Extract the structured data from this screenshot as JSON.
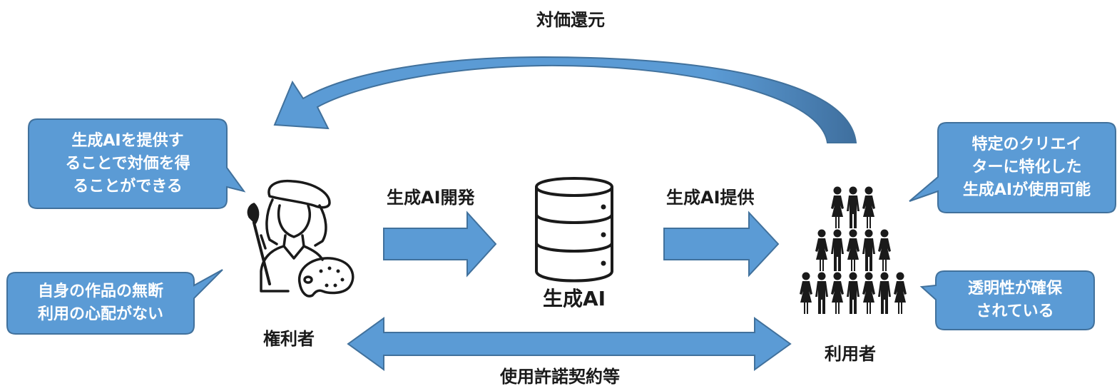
{
  "labels": {
    "feedback": "対価還元",
    "develop": "生成AI開発",
    "provide": "生成AI提供",
    "ai": "生成AI",
    "rights_holder": "権利者",
    "users": "利用者",
    "license": "使用許諾契約等"
  },
  "callouts": {
    "rights_benefit": [
      "生成AIを提供す",
      "ることで対価を得",
      "ることができる"
    ],
    "rights_safe": [
      "自身の作品の無断",
      "利用の心配がない"
    ],
    "user_special": [
      "特定のクリエイ",
      "ターに特化した",
      "生成AIが使用可能"
    ],
    "user_transparency": [
      "透明性が確保",
      "されている"
    ]
  },
  "icons": {
    "artist": "artist-with-palette-icon",
    "database": "database-icon",
    "people": "crowd-of-people-icon"
  },
  "colors": {
    "arrow_fill": "#5b9bd5",
    "arrow_stroke": "#41719c",
    "callout_fill": "#5b9bd5",
    "icon": "#1a1a1a"
  }
}
